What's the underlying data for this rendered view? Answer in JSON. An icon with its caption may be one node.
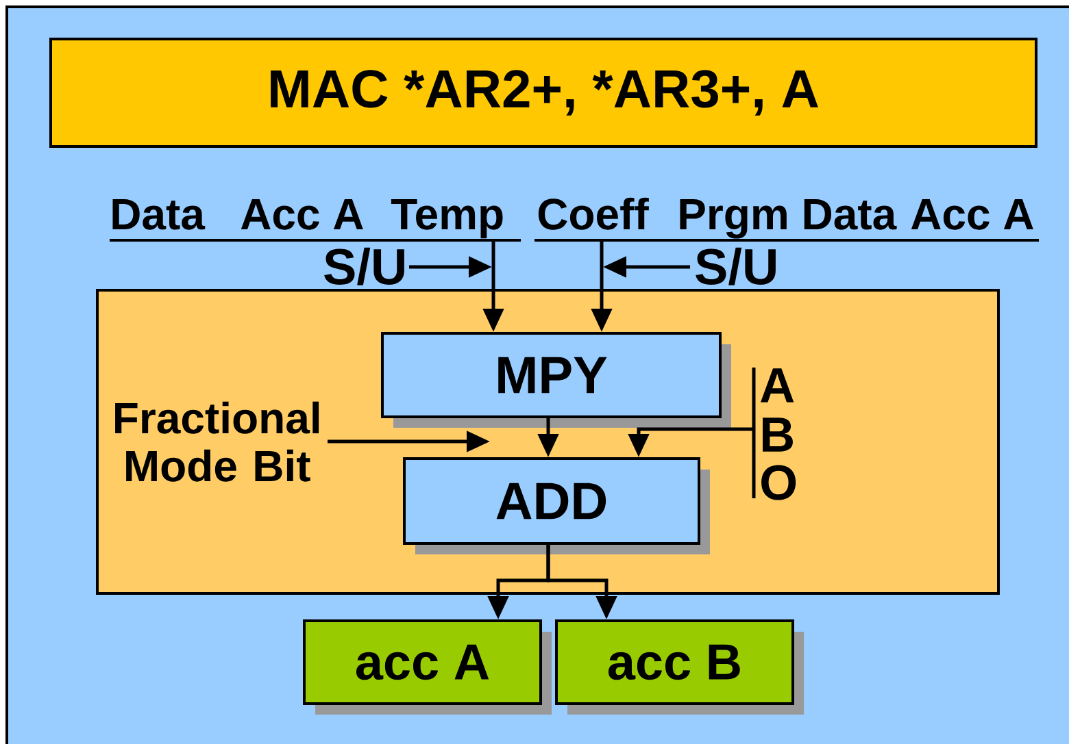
{
  "diagram": {
    "nodes": [
      {
        "text": [
          "MAC *AR2+, *AR3+, A"
        ]
      },
      {
        "text": [
          "Data",
          "Acc A",
          "Temp"
        ]
      },
      {
        "text": [
          "Coeff",
          "Prgm Data",
          "Acc A"
        ]
      },
      {
        "text": [
          "S/U"
        ]
      },
      {
        "text": [
          "S/U"
        ]
      },
      {
        "text": [],
        "shape": "box"
      },
      {
        "text": [
          "Fractional Mode Bit"
        ],
        "in": 5
      },
      {
        "text": [
          "MPY"
        ],
        "in": 5
      },
      {
        "text": [
          "ADD"
        ],
        "in": 5
      },
      {
        "text": [
          "A",
          "B",
          "O"
        ],
        "in": 5
      },
      {
        "text": [
          "acc A"
        ]
      },
      {
        "text": [
          "acc B"
        ]
      }
    ],
    "edges": [
      {
        "from": 1,
        "to": 7,
        "arrow": "to"
      },
      {
        "from": 2,
        "to": 7,
        "arrow": "to"
      },
      {
        "from": 3,
        "to": null,
        "arrow": "to"
      },
      {
        "from": 4,
        "to": null,
        "arrow": "to"
      },
      {
        "from": 6,
        "to": 8,
        "arrow": "to"
      },
      {
        "from": 7,
        "to": 8,
        "arrow": "to"
      },
      {
        "from": 9,
        "to": 8,
        "arrow": "to"
      },
      {
        "from": 8,
        "to": 10,
        "arrow": "to"
      },
      {
        "from": 8,
        "to": 11,
        "arrow": "to"
      }
    ]
  }
}
